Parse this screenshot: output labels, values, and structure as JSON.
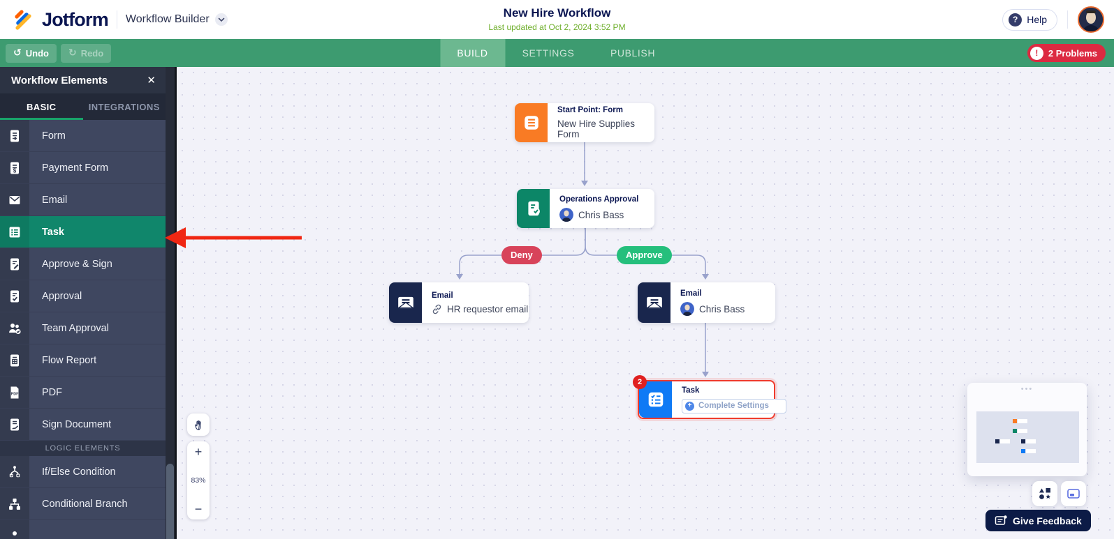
{
  "header": {
    "brand": "Jotform",
    "product": "Workflow Builder",
    "title": "New Hire Workflow",
    "subtitle": "Last updated at Oct 2, 2024 3:52 PM",
    "help_label": "Help"
  },
  "toolbar": {
    "undo_label": "Undo",
    "redo_label": "Redo",
    "tabs": [
      {
        "label": "BUILD",
        "active": true
      },
      {
        "label": "SETTINGS",
        "active": false
      },
      {
        "label": "PUBLISH",
        "active": false
      }
    ],
    "problems_label": "2 Problems"
  },
  "icons": {
    "close": "✕",
    "undo": "↺",
    "redo": "↻",
    "problem": "!",
    "help": "?",
    "dots": "•••",
    "plus": "+"
  },
  "sidebar": {
    "title": "Workflow Elements",
    "tabs": [
      {
        "label": "BASIC",
        "active": true
      },
      {
        "label": "INTEGRATIONS",
        "active": false
      }
    ],
    "items": [
      {
        "label": "Form"
      },
      {
        "label": "Payment Form"
      },
      {
        "label": "Email"
      },
      {
        "label": "Task",
        "active": true
      },
      {
        "label": "Approve & Sign"
      },
      {
        "label": "Approval"
      },
      {
        "label": "Team Approval"
      },
      {
        "label": "Flow Report"
      },
      {
        "label": "PDF",
        "icon_text": "PDF"
      },
      {
        "label": "Sign Document"
      }
    ],
    "section_label": "LOGIC ELEMENTS",
    "logic_items": [
      {
        "label": "If/Else Condition"
      },
      {
        "label": "Conditional Branch"
      }
    ]
  },
  "canvas": {
    "nodes": {
      "start": {
        "type_label": "Start Point: Form",
        "name": "New Hire Supplies Form",
        "color": "#f97b24"
      },
      "operations_approval": {
        "type_label": "Operations Approval",
        "assignee": "Chris Bass",
        "color": "#0c8667"
      },
      "email_deny": {
        "type_label": "Email",
        "recipient": "HR requestor email",
        "color": "#19264d"
      },
      "email_approve": {
        "type_label": "Email",
        "recipient": "Chris Bass",
        "color": "#19264d"
      },
      "task": {
        "type_label": "Task",
        "button_label": "Complete Settings",
        "badge": "2",
        "color": "#0f7af5"
      }
    },
    "branch_labels": {
      "deny": "Deny",
      "approve": "Approve"
    },
    "zoom": {
      "in": "+",
      "level": "83%",
      "out": "−"
    }
  },
  "footer": {
    "feedback_label": "Give Feedback"
  },
  "colors": {
    "toolbar_green": "#3d9b70",
    "active_tab_green": "#6cb890",
    "sidebar_navy": "#3f4760",
    "selected_item_green": "#10866b",
    "problems_red": "#dc2a41",
    "deny_red": "#d8435a",
    "approve_green": "#25bf7c",
    "annotation_arrow_red": "#f02713",
    "task_alert_red": "#ef3b2d",
    "updated_text_green": "#6faf2c"
  }
}
